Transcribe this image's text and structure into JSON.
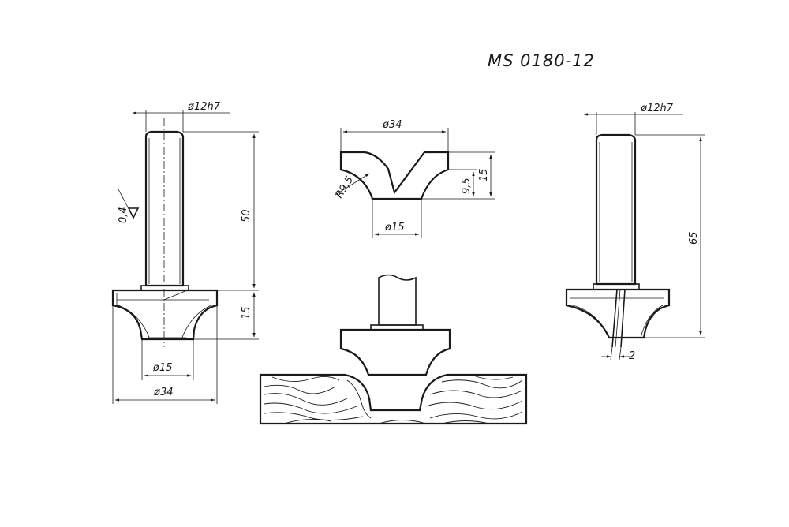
{
  "title": "MS 0180-12",
  "left_view": {
    "shank_diameter": "ø12h7",
    "roughness": "0,4",
    "shank_length": "50",
    "head_height": "15",
    "bearing_diameter": "ø15",
    "head_diameter": "ø34"
  },
  "profile_view": {
    "head_diameter": "ø34",
    "radius": "R9,5",
    "depth": "9,5",
    "height": "15",
    "bottom_diameter": "ø15"
  },
  "right_view": {
    "shank_diameter": "ø12h7",
    "total_length": "65",
    "blade_thickness": "2"
  },
  "colors": {
    "line": "#1a1a1a",
    "background": "#ffffff"
  }
}
